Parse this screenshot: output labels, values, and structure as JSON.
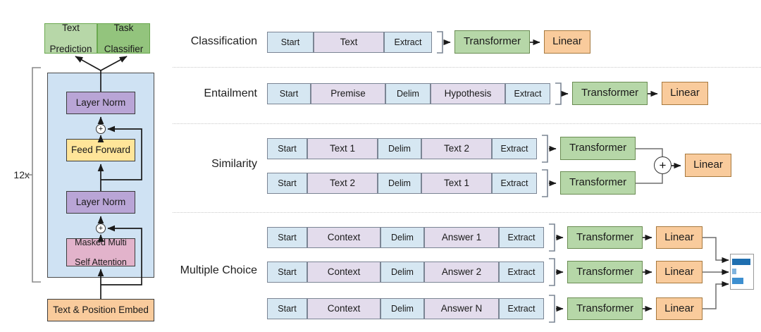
{
  "figure": {
    "title": "GPT transformer architecture and input transformations",
    "type": "diagram"
  },
  "left_panel": {
    "repeat_label": "12x",
    "heads": [
      {
        "label": "Text\nPrediction",
        "line1": "Text",
        "line2": "Prediction",
        "color": "#b7d7a8"
      },
      {
        "label": "Task\nClassifier",
        "line1": "Task",
        "line2": "Classifier",
        "color": "#93c47d"
      }
    ],
    "block": {
      "background": "#cfe2f3",
      "layers": [
        {
          "name": "layer-norm-top",
          "label": "Layer Norm",
          "color": "#b9a5d6"
        },
        {
          "name": "feed-forward",
          "label": "Feed Forward",
          "color": "#ffe599"
        },
        {
          "name": "layer-norm-bottom",
          "label": "Layer Norm",
          "color": "#b9a5d6"
        },
        {
          "name": "masked-multi-self-attention",
          "line1": "Masked Multi",
          "line2": "Self Attention",
          "color": "#e2b3cb"
        }
      ],
      "residual_symbol": "+"
    },
    "embedding": {
      "label": "Text & Position Embed",
      "color": "#f9cb9c"
    }
  },
  "tasks": [
    {
      "name": "classification",
      "label": "Classification",
      "rows": [
        {
          "tokens": [
            {
              "text": "Start",
              "kind": "blue"
            },
            {
              "text": "Text",
              "kind": "lavender"
            },
            {
              "text": "Extract",
              "kind": "blue"
            }
          ],
          "transformer": "Transformer",
          "linear": "Linear"
        }
      ],
      "combiner": null
    },
    {
      "name": "entailment",
      "label": "Entailment",
      "rows": [
        {
          "tokens": [
            {
              "text": "Start",
              "kind": "blue"
            },
            {
              "text": "Premise",
              "kind": "lavender"
            },
            {
              "text": "Delim",
              "kind": "blue"
            },
            {
              "text": "Hypothesis",
              "kind": "lavender"
            },
            {
              "text": "Extract",
              "kind": "blue"
            }
          ],
          "transformer": "Transformer",
          "linear": "Linear"
        }
      ],
      "combiner": null
    },
    {
      "name": "similarity",
      "label": "Similarity",
      "rows": [
        {
          "tokens": [
            {
              "text": "Start",
              "kind": "blue"
            },
            {
              "text": "Text 1",
              "kind": "lavender"
            },
            {
              "text": "Delim",
              "kind": "blue"
            },
            {
              "text": "Text 2",
              "kind": "lavender"
            },
            {
              "text": "Extract",
              "kind": "blue"
            }
          ],
          "transformer": "Transformer",
          "linear": null
        },
        {
          "tokens": [
            {
              "text": "Start",
              "kind": "blue"
            },
            {
              "text": "Text 2",
              "kind": "lavender"
            },
            {
              "text": "Delim",
              "kind": "blue"
            },
            {
              "text": "Text 1",
              "kind": "lavender"
            },
            {
              "text": "Extract",
              "kind": "blue"
            }
          ],
          "transformer": "Transformer",
          "linear": null
        }
      ],
      "combiner": {
        "symbol": "+",
        "linear": "Linear"
      }
    },
    {
      "name": "multiple-choice",
      "label": "Multiple Choice",
      "rows": [
        {
          "tokens": [
            {
              "text": "Start",
              "kind": "blue"
            },
            {
              "text": "Context",
              "kind": "lavender"
            },
            {
              "text": "Delim",
              "kind": "blue"
            },
            {
              "text": "Answer 1",
              "kind": "lavender"
            },
            {
              "text": "Extract",
              "kind": "blue"
            }
          ],
          "transformer": "Transformer",
          "linear": "Linear"
        },
        {
          "tokens": [
            {
              "text": "Start",
              "kind": "blue"
            },
            {
              "text": "Context",
              "kind": "lavender"
            },
            {
              "text": "Delim",
              "kind": "blue"
            },
            {
              "text": "Answer 2",
              "kind": "lavender"
            },
            {
              "text": "Extract",
              "kind": "blue"
            }
          ],
          "transformer": "Transformer",
          "linear": "Linear"
        },
        {
          "tokens": [
            {
              "text": "Start",
              "kind": "blue"
            },
            {
              "text": "Context",
              "kind": "lavender"
            },
            {
              "text": "Delim",
              "kind": "blue"
            },
            {
              "text": "Answer N",
              "kind": "lavender"
            },
            {
              "text": "Extract",
              "kind": "blue"
            }
          ],
          "transformer": "Transformer",
          "linear": "Linear"
        }
      ],
      "combiner": {
        "type": "softmax-bars",
        "bars": [
          {
            "name": "bar-1",
            "color": "#1f6fb0",
            "width_pct": 82
          },
          {
            "name": "bar-2",
            "color": "#7fb3de",
            "width_pct": 16
          },
          {
            "name": "bar-3",
            "color": "#3d8fd0",
            "width_pct": 48
          }
        ]
      }
    }
  ],
  "colors": {
    "token_blue": "#d6e7f2",
    "token_lavender": "#e3dcec",
    "transformer_green": "#b6d7a8",
    "linear_orange": "#f9cb9c",
    "block_blue": "#cfe2f3",
    "separator": "#c9c9c9"
  }
}
